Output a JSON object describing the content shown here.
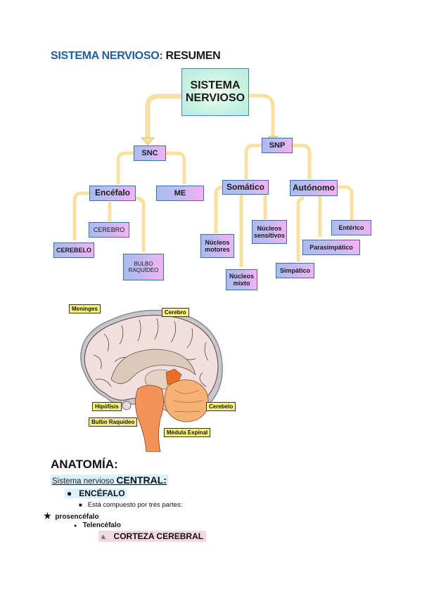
{
  "title": {
    "part1": "SISTEMA NERVIOSO:",
    "part2": " RESUMEN"
  },
  "diagram": {
    "root": "SISTEMA NERVIOSO",
    "snc": "SNC",
    "snp": "SNP",
    "encefalo": "Encéfalo",
    "me": "ME",
    "cerebro": "CEREBRO",
    "cerebelo": "CEREBELO",
    "bulbo": "BULBO RAQUÍDEO",
    "somatico": "Somático",
    "autonomo": "Autónomo",
    "nucleos_motores": "Núcleos motores",
    "nucleos_sensitivos": "Núcleos sensitivos",
    "nucleos_mixto": "Núcleos mixto",
    "enterico": "Entérico",
    "parasimpatico": "Parasimpático",
    "simpatico": "Simpático",
    "colors": {
      "box_left": "#a9bdf0",
      "box_right": "#f2b3f3",
      "connector": "#f5d98a",
      "root": "#c8f2e2"
    }
  },
  "brain_image": {
    "labels": {
      "meninges": "Meninges",
      "cerebro": "Cerebro",
      "hipofisis": "Hipófisis",
      "cerebelo": "Cerebelo",
      "bulbo": "Bulbo Raquídeo",
      "medula": "Médula Espinal"
    }
  },
  "notes": {
    "heading": "ANATOMÍA:",
    "subheading_plain": "Sistema nervioso ",
    "subheading_bold": "CENTRAL:",
    "item1": "ENCÉFALO",
    "item1_sub": "Está compuesto por tres partes:",
    "star_item": "prosencéfalo",
    "sub_item": "Telencéfalo",
    "ordered_marker": "a.",
    "ordered_item": "CORTEZA CEREBRAL"
  }
}
